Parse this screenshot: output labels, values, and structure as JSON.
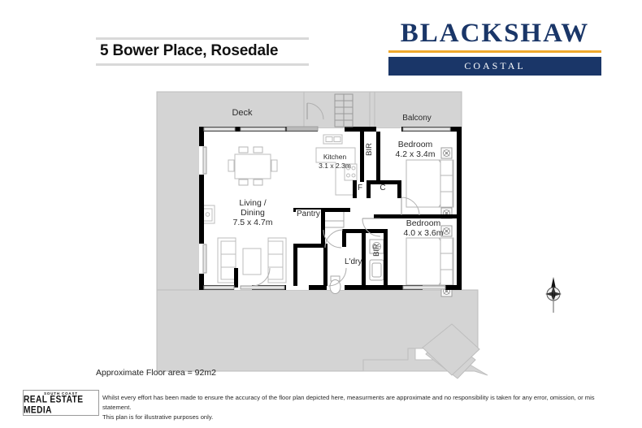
{
  "header": {
    "property_title": "5 Bower Place, Rosedale",
    "brand_name": "BLACKSHAW",
    "brand_sub": "COASTAL",
    "brand_navy": "#1a3668",
    "brand_gold": "#f0a92c"
  },
  "floorplan": {
    "rooms": [
      {
        "name": "Deck",
        "label": "Deck",
        "dims": ""
      },
      {
        "name": "Balcony",
        "label": "Balcony",
        "dims": ""
      },
      {
        "name": "Kitchen",
        "label": "Kitchen",
        "dims": "3.1 x 2.3m"
      },
      {
        "name": "Living / Dining",
        "label_line1": "Living /",
        "label_line2": "Dining",
        "dims": "7.5 x 4.7m"
      },
      {
        "name": "Bedroom 1",
        "label": "Bedroom",
        "dims": "4.2 x 3.4m"
      },
      {
        "name": "Bedroom 2",
        "label": "Bedroom",
        "dims": "4.0 x 3.6m"
      },
      {
        "name": "Pantry",
        "label": "Pantry",
        "dims": ""
      },
      {
        "name": "Laundry",
        "label": "L'dry",
        "dims": ""
      }
    ],
    "annotations": {
      "bir_top": "BIR",
      "bir_bottom": "BIR",
      "fridge": "F",
      "cupboard": "C"
    },
    "compass": "N",
    "colors": {
      "outdoor_fill": "#d4d4d4",
      "wall": "#000000",
      "furniture_stroke": "#b8b8b8",
      "interior_fill": "#ffffff"
    }
  },
  "footer": {
    "floor_area": "Approximate Floor area = 92m2",
    "media_logo_top": "SOUTH COAST",
    "media_logo_main": "REAL ESTATE MEDIA",
    "disclaimer_line1": "Whilst every effort has been made to ensure the accuracy of the floor plan depicted here, measurments are approximate and no responsibility is taken for any error, omission, or mis statement.",
    "disclaimer_line2": "This plan is for illustrative purposes only."
  }
}
